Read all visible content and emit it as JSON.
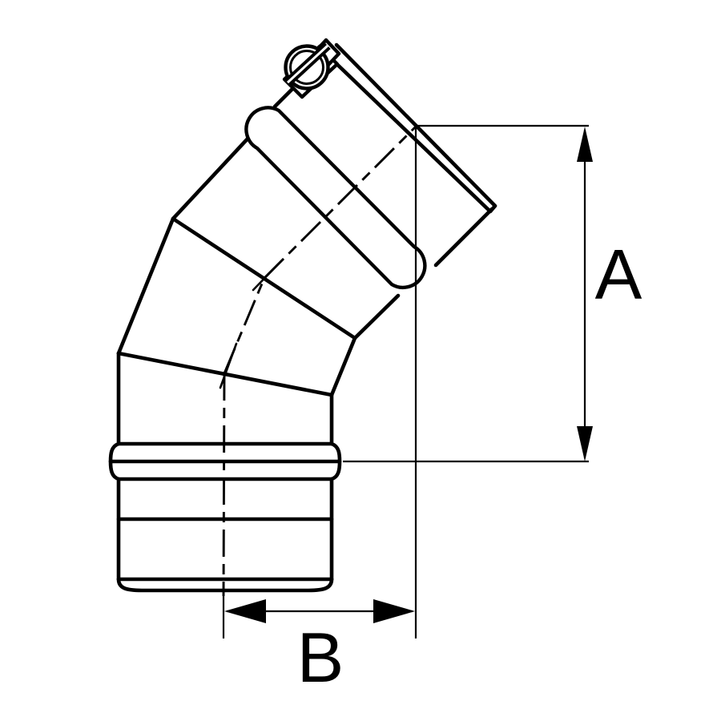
{
  "figure": {
    "type": "technical-drawing",
    "subject": "45-degree flue pipe elbow with locking band clamp and socket",
    "background_color": "#ffffff",
    "line_color": "#000000"
  },
  "dimensions": {
    "a": {
      "label": "A",
      "orientation": "vertical"
    },
    "b": {
      "label": "B",
      "orientation": "horizontal"
    }
  },
  "parts": [
    "outlet-rim",
    "locking-band",
    "clamp-screw",
    "outlet-section-45deg",
    "middle-gore-segment",
    "socket-section-vertical",
    "socket-bead",
    "centerlines"
  ]
}
